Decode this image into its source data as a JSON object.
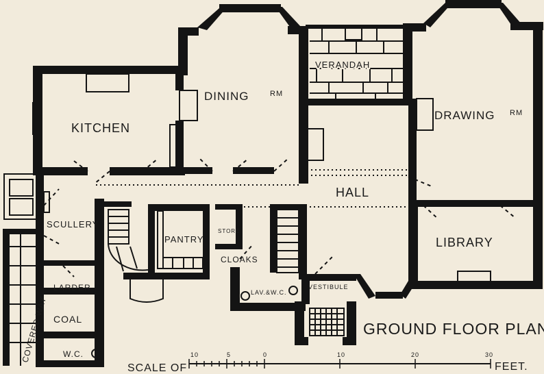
{
  "rooms": {
    "kitchen": "KITCHEN",
    "dining": "DINING",
    "dining_sup": "RM",
    "verandah": "VERANDAH",
    "drawing": "DRAWING",
    "drawing_sup": "RM",
    "hall": "HALL",
    "scullery": "SCULLERY",
    "pantry": "PANTRY",
    "store": "STORE",
    "cloaks": "CLOAKS",
    "library": "LIBRARY",
    "larder": "LARDER",
    "lav": "LAV.&W.C.",
    "vestibule": "VESTIBULE",
    "coal": "COAL",
    "wc": "W.C.",
    "covered_way": "COVERED WAY"
  },
  "title": "GROUND FLOOR PLAN",
  "scale": {
    "prefix": "SCALE OF",
    "suffix": "FEET.",
    "ticks": [
      "10",
      "5",
      "0",
      "10",
      "20",
      "30"
    ]
  }
}
